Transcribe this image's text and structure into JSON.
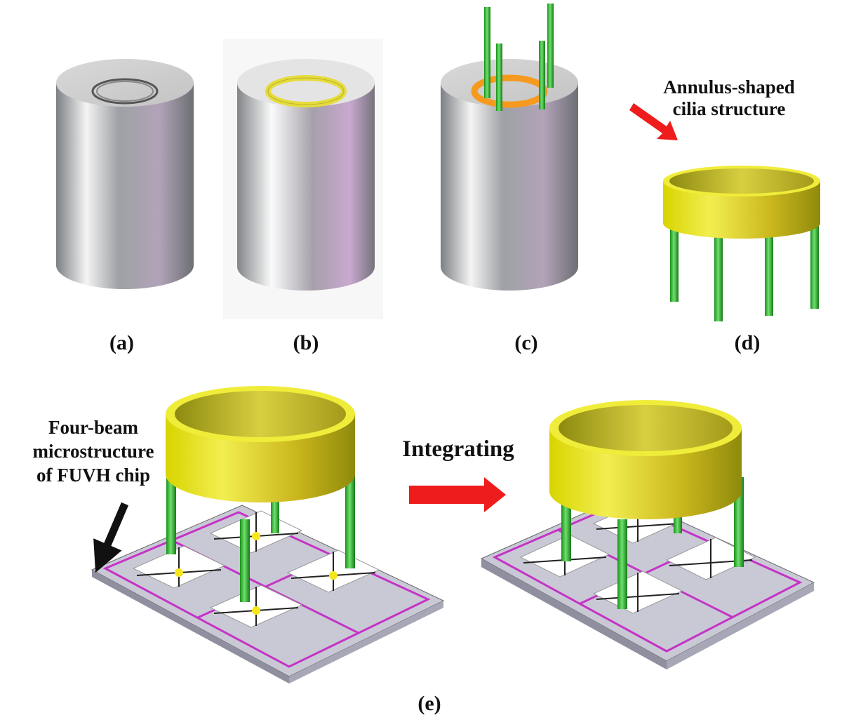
{
  "panel_labels": {
    "a": "(a)",
    "b": "(b)",
    "c": "(c)",
    "d": "(d)",
    "e": "(e)"
  },
  "annotations": {
    "cilia_line1": "Annulus-shaped",
    "cilia_line2": "cilia structure",
    "chip_line1": "Four-beam",
    "chip_line2": "microstructure",
    "chip_line3": "of FUVH chip",
    "integrating": "Integrating"
  },
  "colors": {
    "steel": "#8f9296",
    "ring_yellow": "#e6e21e",
    "ring_orange": "#f59a1e",
    "rod_green": "#2fbf2f",
    "chip_base": "#c9c9d6",
    "chip_trace": "#c533c5",
    "arrow_red": "#ee1c1c",
    "arrow_black": "#111111"
  }
}
